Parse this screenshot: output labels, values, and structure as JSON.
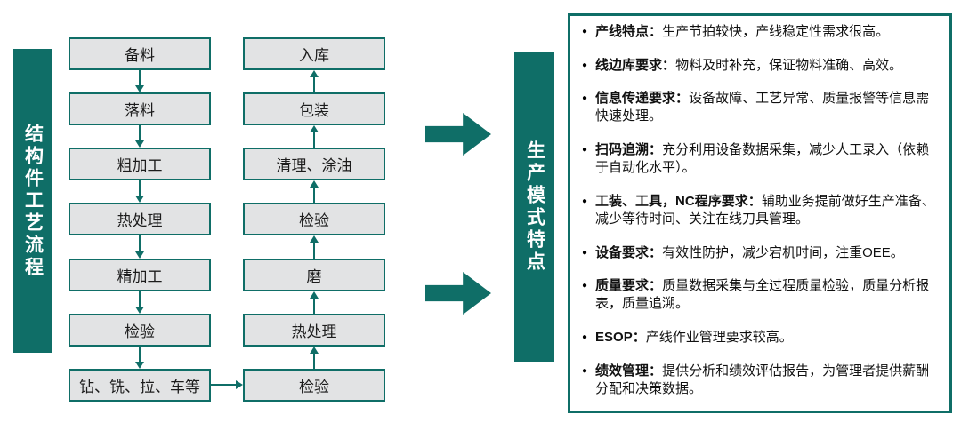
{
  "colors": {
    "accent_teal": "#0f6e67",
    "box_fill": "#e2e3e4",
    "panel_border": "#0f6e67",
    "box_text": "#1c1c1c",
    "bar_text": "#ffffff"
  },
  "left_bar": {
    "title": "结构件工艺流程"
  },
  "right_bar": {
    "title": "生产模式特点"
  },
  "flowchart": {
    "column1": [
      "备料",
      "落料",
      "粗加工",
      "热处理",
      "精加工",
      "检验",
      "钻、铣、拉、车等"
    ],
    "column2": [
      "入库",
      "包装",
      "清理、涂油",
      "检验",
      "磨",
      "热处理",
      "检验"
    ]
  },
  "panel": {
    "items": [
      {
        "label": "产线特点：",
        "text": "生产节拍较快，产线稳定性需求很高。"
      },
      {
        "label": "线边库要求：",
        "text": "物料及时补充，保证物料准确、高效。"
      },
      {
        "label": "信息传递要求：",
        "text": "设备故障、工艺异常、质量报警等信息需快速处理。"
      },
      {
        "label": "扫码追溯：",
        "text": "充分利用设备数据采集，减少人工录入（依赖于自动化水平）。"
      },
      {
        "label": "工装、工具，NC程序要求：",
        "text": "辅助业务提前做好生产准备、减少等待时间、关注在线刀具管理。"
      },
      {
        "label": "设备要求：",
        "text": "有效性防护，减少宕机时间，注重OEE。"
      },
      {
        "label": "质量要求：",
        "text": "质量数据采集与全过程质量检验，质量分析报表，质量追溯。"
      },
      {
        "label": "ESOP：",
        "text": "产线作业管理要求较高。"
      },
      {
        "label": "绩效管理：",
        "text": "提供分析和绩效评估报告，为管理者提供薪酬分配和决策数据。"
      }
    ]
  }
}
